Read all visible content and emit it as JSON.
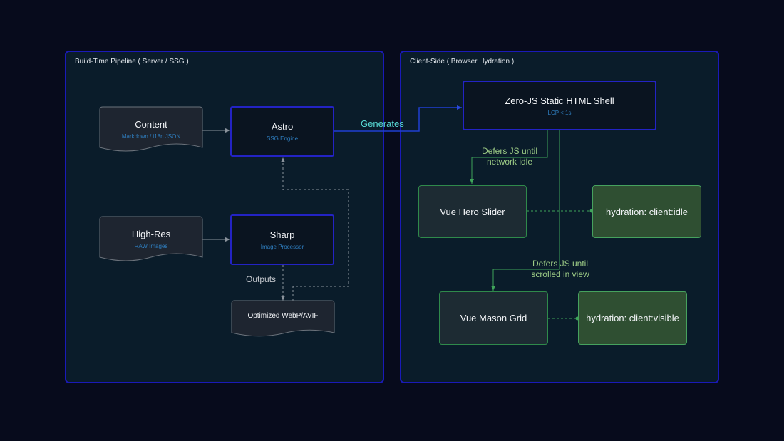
{
  "panels": {
    "build": {
      "title": "Build-Time Pipeline ( Server / SSG )"
    },
    "client": {
      "title": "Client-Side ( Browser  Hydration )"
    }
  },
  "nodes": {
    "content": {
      "title": "Content",
      "subtitle": "Markdown / i18n JSON"
    },
    "high_res": {
      "title": "High-Res",
      "subtitle": "RAW Images"
    },
    "astro": {
      "title": "Astro",
      "subtitle": "SSG Engine"
    },
    "sharp": {
      "title": "Sharp",
      "subtitle": "Image Processor"
    },
    "optimized": {
      "title": "Optimized WebP/AVIF"
    },
    "shell": {
      "title": "Zero-JS Static HTML Shell",
      "subtitle": "LCP < 1s"
    },
    "hero_slider": {
      "title": "Vue Hero Slider"
    },
    "mason_grid": {
      "title": "Vue Mason Grid"
    },
    "hyd_idle": {
      "title": "hydration: client:idle"
    },
    "hyd_visible": {
      "title": "hydration: client:visible"
    }
  },
  "edges": {
    "generates": "Generates",
    "outputs": "Outputs",
    "defer_idle_1": "Defers JS until",
    "defer_idle_2": "network idle",
    "defer_view_1": "Defers JS until",
    "defer_view_2": "scrolled in view"
  },
  "colors": {
    "background": "#070b1c",
    "panel": "#0a1c2a",
    "panel_border": "#1a1ab8",
    "green_edge": "#3fa45a",
    "generates_edge": "#1f3fd1"
  }
}
